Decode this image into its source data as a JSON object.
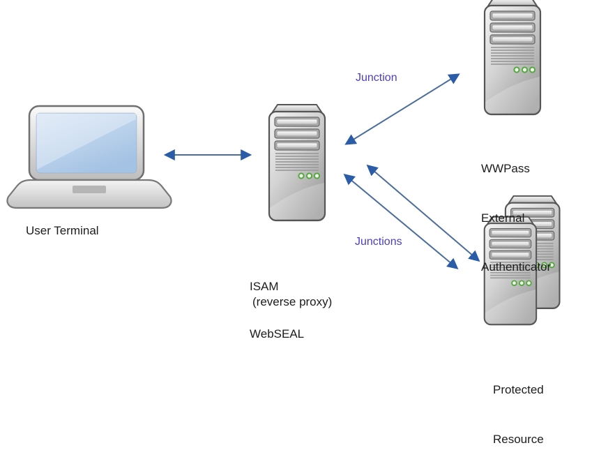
{
  "diagram": {
    "background": "#ffffff",
    "nodes": {
      "user_terminal": {
        "type": "laptop",
        "label": "User Terminal"
      },
      "isam_webseal": {
        "type": "server",
        "line1": "ISAM",
        "line2": "WebSEAL",
        "note": "(reverse proxy)"
      },
      "wwpass_authenticator": {
        "type": "server",
        "line1": "WWPass",
        "line2": "External",
        "line3": "Authenticator"
      },
      "protected_resource": {
        "type": "server-stack",
        "line1": "Protected",
        "line2": "Resource"
      }
    },
    "edges": {
      "terminal_to_webseal": {
        "from": "user_terminal",
        "to": "isam_webseal",
        "style": "double-arrow",
        "label": ""
      },
      "webseal_to_wwpass": {
        "from": "isam_webseal",
        "to": "wwpass_authenticator",
        "style": "double-arrow",
        "label": "Junction"
      },
      "webseal_to_protected": {
        "from": "isam_webseal",
        "to": "protected_resource",
        "style": "two-parallel-double-arrows",
        "label": "Junctions"
      }
    },
    "colors": {
      "arrow_head": "#2a5ca8",
      "arrow_line": "#4a6d9b",
      "edge_label_text": "#4a3fc4",
      "node_label_text": "#1c1c1c",
      "led_green": "#55a83f",
      "laptop_screen_blue": "#aac6e5",
      "server_gray": "#c9c9c9"
    }
  }
}
